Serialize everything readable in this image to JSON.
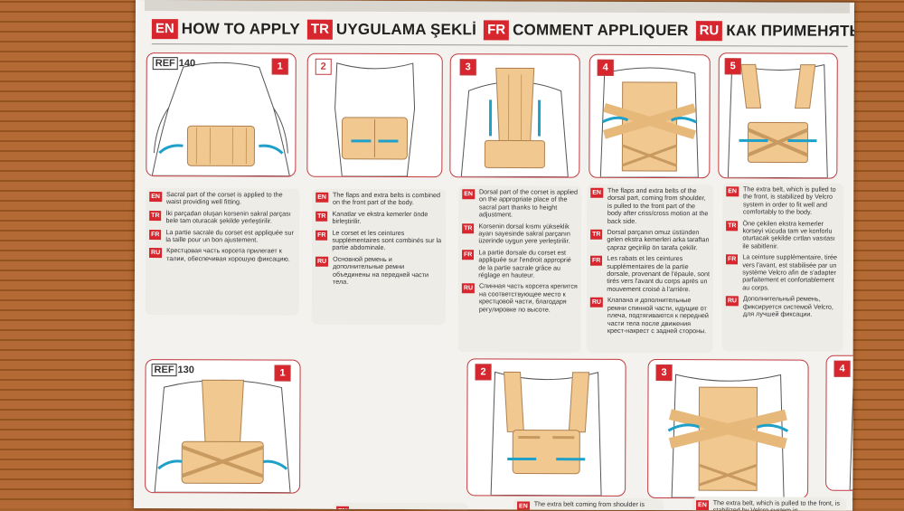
{
  "header": [
    {
      "code": "EN",
      "text": "HOW TO APPLY"
    },
    {
      "code": "TR",
      "text": "UYGULAMA ŞEKLİ"
    },
    {
      "code": "FR",
      "text": "COMMENT APPLIQUER"
    },
    {
      "code": "RU",
      "text": "КАК ПРИМЕНЯТЬ"
    }
  ],
  "ref140": {
    "label": "REF",
    "number": "140",
    "steps": [
      {
        "n": "1",
        "texts": [
          {
            "code": "EN",
            "text": "Sacral part of the corset is applied to the waist providing well fitting."
          },
          {
            "code": "TR",
            "text": "İki parçadan oluşan korsenin sakral parçası bele tam oturacak şekilde yerleştirilir."
          },
          {
            "code": "FR",
            "text": "La partie sacrale du corset est appliquée sur la taille pour un bon ajustement."
          },
          {
            "code": "RU",
            "text": "Крестцовая часть корсета прилегает к талии, обеспечивая хорошую фиксацию."
          }
        ]
      },
      {
        "n": "2",
        "texts": [
          {
            "code": "EN",
            "text": "The flaps and extra belts is combined on the front part of the body."
          },
          {
            "code": "TR",
            "text": "Kanatlar ve ekstra kemerler önde birleştirilir."
          },
          {
            "code": "FR",
            "text": "Le corset et les ceintures supplémentaires sont combinés sur la partie abdominale."
          },
          {
            "code": "RU",
            "text": "Основной ремень и дополнительные ремни объединены на передней части тела."
          }
        ]
      },
      {
        "n": "3",
        "texts": [
          {
            "code": "EN",
            "text": "Dorsal part of the corset is applied on the appropriate place of the sacral part thanks to height adjustment."
          },
          {
            "code": "TR",
            "text": "Korsenin dorsal kısmı yükseklik ayarı sayesinde sakral parçanın üzerinde uygun yere yerleştirilir."
          },
          {
            "code": "FR",
            "text": "La partie dorsale du corset est appliquée sur l'endroit approprié de la partie sacrale grâce au réglage en hauteur."
          },
          {
            "code": "RU",
            "text": "Спинная часть корсета крепится на соответствующее место к крестцовой части, благодаря регулировке по высоте."
          }
        ]
      },
      {
        "n": "4",
        "texts": [
          {
            "code": "EN",
            "text": "The flaps and extra belts of the dorsal part, coming from shoulder, is pulled to the front part of the body after criss/cross motion at the back side."
          },
          {
            "code": "TR",
            "text": "Dorsal parçanın omuz üstünden gelen ekstra kemerleri arka taraftan çapraz geçirilip ön tarafa çekilir."
          },
          {
            "code": "FR",
            "text": "Les rabats et les ceintures supplémentaires de la partie dorsale, provenant de l'épaule, sont tirés vers l'avant du corps après un mouvement croisé à l'arrière."
          },
          {
            "code": "RU",
            "text": "Клапана и дополнительные ремни спинной части, идущие от плеча, подтягиваются к передней части тела после движения крест-накрест с задней стороны."
          }
        ]
      },
      {
        "n": "5",
        "texts": [
          {
            "code": "EN",
            "text": "The extra belt, which is pulled to the front, is stabilized by Velcro system in order to fit well and comfortably to the body."
          },
          {
            "code": "TR",
            "text": "Öne çekilen ekstra kemerler korseyi vücuda tam ve konforlu oturtacak şekilde cırtlan vasıtası ile sabitlenir."
          },
          {
            "code": "FR",
            "text": "La ceinture supplémentaire, tirée vers l'avant, est stabilisée par un système Velcro afin de s'adapter parfaitement et confortablement au corps."
          },
          {
            "code": "RU",
            "text": "Дополнительный ремень, фиксируется системой Velcro, для лучшей фиксации."
          }
        ]
      }
    ]
  },
  "ref130": {
    "label": "REF",
    "number": "130",
    "steps": [
      {
        "n": "1",
        "texts": []
      },
      {
        "n": "2",
        "texts": [
          {
            "code": "EN",
            "text": ""
          }
        ]
      },
      {
        "n": "3",
        "texts": [
          {
            "code": "EN",
            "text": "The extra belt coming from shoulder is"
          }
        ]
      },
      {
        "n": "4",
        "texts": [
          {
            "code": "EN",
            "text": "The extra belt, which is pulled to the front, is stabilized by Velcro system in"
          }
        ]
      }
    ]
  },
  "colors": {
    "accent": "#d7262d",
    "corset": "#f0c890",
    "arrow": "#1fa0c8"
  }
}
